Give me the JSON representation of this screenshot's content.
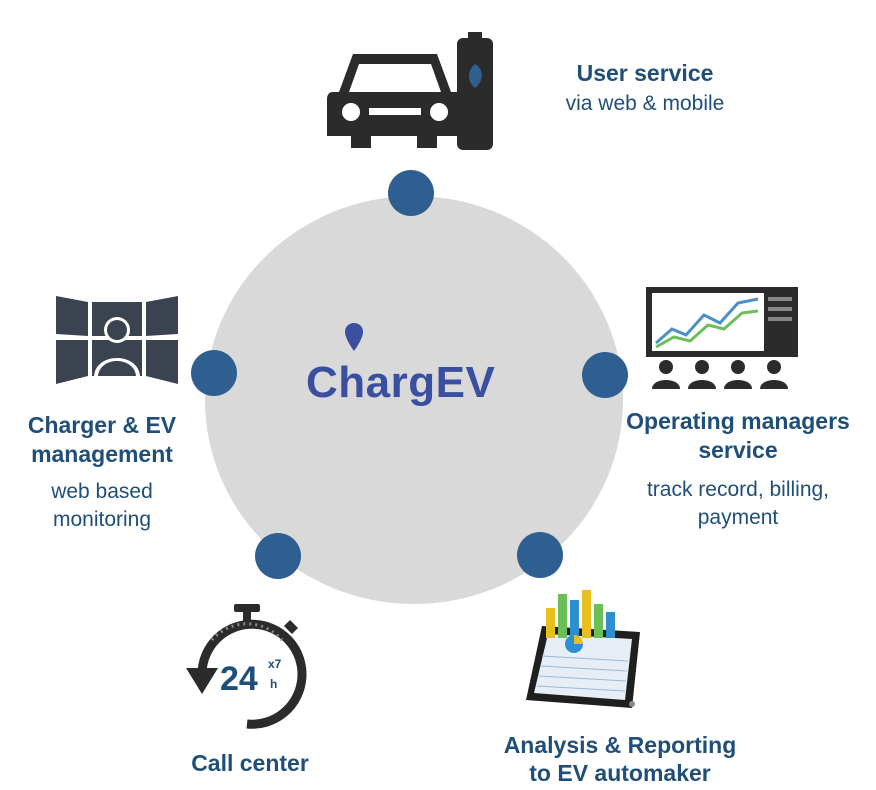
{
  "hub": {
    "logo_text": "ChargEV",
    "logo_first": "C",
    "logo_rest": "hargEV"
  },
  "services": {
    "user": {
      "title": "User service",
      "subtitle": "via web & mobile",
      "icon": "car-charger-icon"
    },
    "operating": {
      "title_line1": "Operating managers",
      "title_line2": "service",
      "subtitle_line1": "track record, billing,",
      "subtitle_line2": "payment",
      "icon": "presentation-chart-icon"
    },
    "analysis": {
      "title_line1": "Analysis & Reporting",
      "title_line2": "to EV automaker",
      "icon": "tablet-chart-icon"
    },
    "callcenter": {
      "title": "Call center",
      "icon": "stopwatch-24-7-icon",
      "badge_main": "24",
      "badge_sup": "x7",
      "badge_sub": "h"
    },
    "management": {
      "title_line1": "Charger & EV",
      "title_line2": "management",
      "subtitle_line1": "web based",
      "subtitle_line2": "monitoring",
      "icon": "monitoring-screens-icon"
    }
  },
  "colors": {
    "node": "#2f5f91",
    "hub": "#d9d9d9",
    "text": "#1f4e79",
    "icon_dark": "#2b2b2b",
    "logo": "#3a4fa0"
  }
}
